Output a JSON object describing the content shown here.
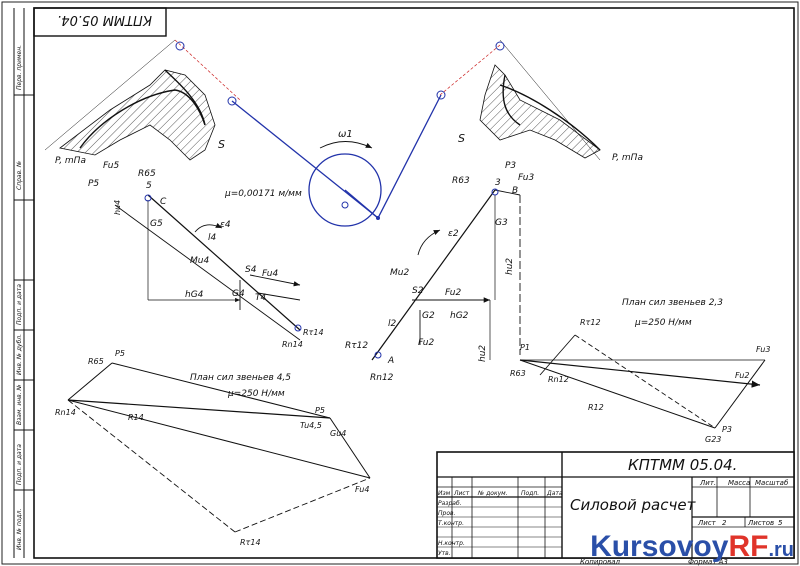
{
  "stamp": {
    "code_top": "КПТММ 05.04.",
    "code_main": "КПТММ 05.04.",
    "title": "Силовой расчет",
    "row_labels": [
      "Изм",
      "Лист",
      "№ докум.",
      "Подп.",
      "Дата"
    ],
    "roles": [
      "Разраб.",
      "Пров.",
      "Т.контр.",
      "Н.контр.",
      "Утв."
    ],
    "col_headers": [
      "Лит.",
      "Масса",
      "Масштаб"
    ],
    "sheet_label": "Лист",
    "sheet_value": "2",
    "sheets_label": "Листов",
    "sheets_value": "5",
    "copied": "Копировал",
    "format": "Формат А3"
  },
  "left_strip": [
    "Перв. примен.",
    "Справ. №",
    "Подп. и дата",
    "Инв. № дубл.",
    "Взам. инв. №",
    "Подп. и дата",
    "Инв. № подл."
  ],
  "diagram_labels": {
    "p_left": "P, mПа",
    "p_right": "P, mПа",
    "s_left": "S",
    "s_right": "S",
    "omega": "ω1",
    "mu_mech": "μ=0,00171 м/мм",
    "fu5": "Fu5",
    "p5": "P5",
    "r65": "R65",
    "five": "5",
    "c": "C",
    "hu4": "hu4",
    "g5": "G5",
    "eps4": "ε4",
    "l4": "l4",
    "mu4": "Mu4",
    "s4": "S4",
    "fu4": "Fu4",
    "hg4": "hG4",
    "g4": "G4",
    "t4": "T4",
    "r14n": "Rn14",
    "r14t": "Rτ14",
    "r63": "R63",
    "p3": "P3",
    "fu3": "Fu3",
    "b": "B",
    "three": "3",
    "g3": "G3",
    "eps2": "ε2",
    "mu2": "Mu2",
    "hu2": "hu2",
    "s2": "S2",
    "fu2": "Fu2",
    "hg2": "hG2",
    "l2": "l2",
    "g2": "G2",
    "fu2b": "Fu2",
    "hu2b": "hu2",
    "r12t": "Rτ12",
    "a": "A",
    "r12n": "Rn12",
    "plan45_title": "План сил звеньев 4,5",
    "plan45_mu": "μ=250 Н/мм",
    "plan23_title": "План сил звеньев 2,3",
    "plan23_mu": "μ=250 Н/мм",
    "r65_plan": "R65",
    "p5_plan": "P5",
    "rn14_plan": "Rn14",
    "r14_plan": "R14",
    "ps_plan": "P5",
    "tu45": "Tu4,5",
    "gu4": "Gu4",
    "fu4_plan": "Fu4",
    "rt14_plan": "Rτ14",
    "rt12_plan": "Rτ12",
    "p1_plan": "P1",
    "r63_plan": "R63",
    "rn12_plan": "Rn12",
    "fu3_plan": "Fu3",
    "fu2_plan": "Fu2",
    "r12_plan": "R12",
    "p3_plan": "P3",
    "g23": "G23"
  },
  "watermark": {
    "part1": "Kursovoy",
    "part2": "RF",
    "part3": ".ru"
  },
  "colors": {
    "line": "#1a1a1a",
    "blue": "#2233aa",
    "red": "#cc2222",
    "watermark_blue": "#2a4fa8",
    "watermark_red": "#e0342a"
  }
}
